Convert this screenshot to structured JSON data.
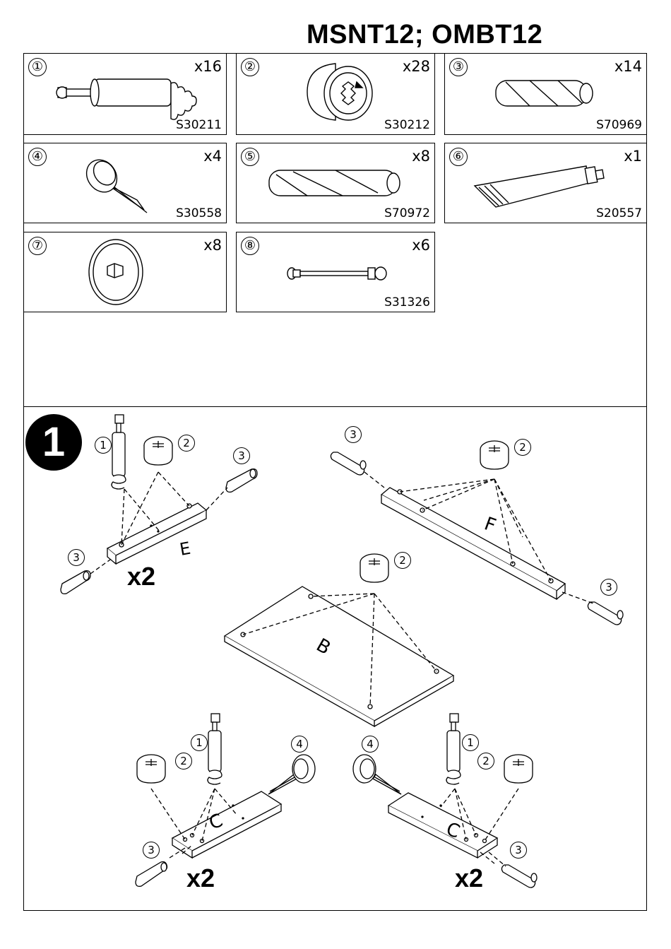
{
  "header": {
    "title": "MSNT12; OMBT12"
  },
  "parts": [
    {
      "num": "①",
      "qty": "x16",
      "code": "S30211",
      "icon": "cam-bolt-icon"
    },
    {
      "num": "②",
      "qty": "x28",
      "code": "S30212",
      "icon": "cam-lock-icon"
    },
    {
      "num": "③",
      "qty": "x14",
      "code": "S70969",
      "icon": "wood-dowel-icon"
    },
    {
      "num": "④",
      "qty": "x4",
      "code": "S30558",
      "icon": "nail-glide-icon"
    },
    {
      "num": "⑤",
      "qty": "x8",
      "code": "S70972",
      "icon": "long-dowel-icon"
    },
    {
      "num": "⑥",
      "qty": "x1",
      "code": "S20557",
      "icon": "glue-tube-icon"
    },
    {
      "num": "⑦",
      "qty": "x8",
      "code": "",
      "icon": "cover-cap-icon"
    },
    {
      "num": "⑧",
      "qty": "x6",
      "code": "S31326",
      "icon": "double-bolt-icon"
    }
  ],
  "step": {
    "number": "1",
    "multipliers": [
      "x2",
      "x2",
      "x2"
    ],
    "panel_letters": [
      "E",
      "F",
      "B",
      "C",
      "C"
    ],
    "callouts": [
      "1",
      "2",
      "3",
      "3",
      "3",
      "2",
      "3",
      "2",
      "2",
      "1",
      "4",
      "3",
      "4",
      "1",
      "2",
      "3"
    ]
  }
}
